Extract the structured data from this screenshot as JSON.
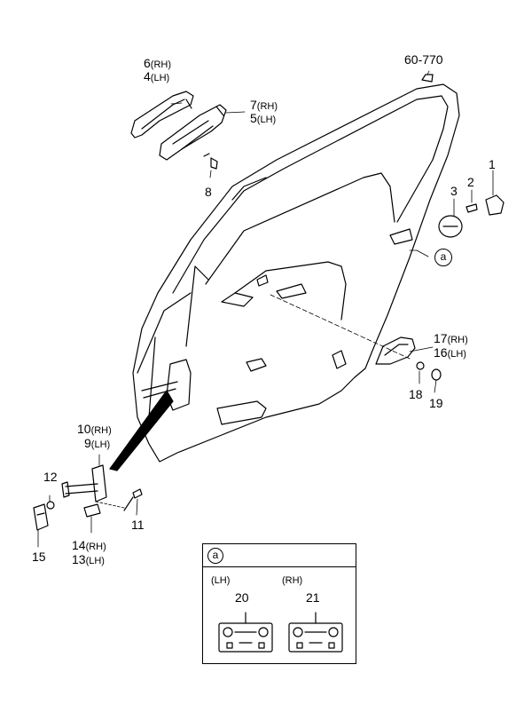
{
  "parts": [
    {
      "id": "p60",
      "num": "60-770",
      "side": ""
    },
    {
      "id": "p1",
      "num": "1",
      "side": ""
    },
    {
      "id": "p2",
      "num": "2",
      "side": ""
    },
    {
      "id": "p3",
      "num": "3",
      "side": ""
    },
    {
      "id": "p6",
      "num": "6",
      "side": "(RH)"
    },
    {
      "id": "p4",
      "num": "4",
      "side": "(LH)"
    },
    {
      "id": "p7",
      "num": "7",
      "side": "(RH)"
    },
    {
      "id": "p5",
      "num": "5",
      "side": "(LH)"
    },
    {
      "id": "p8",
      "num": "8",
      "side": ""
    },
    {
      "id": "p17",
      "num": "17",
      "side": "(RH)"
    },
    {
      "id": "p16",
      "num": "16",
      "side": "(LH)"
    },
    {
      "id": "p18",
      "num": "18",
      "side": ""
    },
    {
      "id": "p19",
      "num": "19",
      "side": ""
    },
    {
      "id": "p10",
      "num": "10",
      "side": "(RH)"
    },
    {
      "id": "p9",
      "num": "9",
      "side": "(LH)"
    },
    {
      "id": "p12",
      "num": "12",
      "side": ""
    },
    {
      "id": "p11",
      "num": "11",
      "side": ""
    },
    {
      "id": "p14",
      "num": "14",
      "side": "(RH)"
    },
    {
      "id": "p13",
      "num": "13",
      "side": "(LH)"
    },
    {
      "id": "p15",
      "num": "15",
      "side": ""
    }
  ],
  "callout": "a",
  "inset": {
    "marker": "a",
    "left_side": "(LH)",
    "right_side": "(RH)",
    "left_part": "20",
    "right_part": "21"
  },
  "colors": {
    "line": "#000000",
    "background": "#ffffff"
  }
}
